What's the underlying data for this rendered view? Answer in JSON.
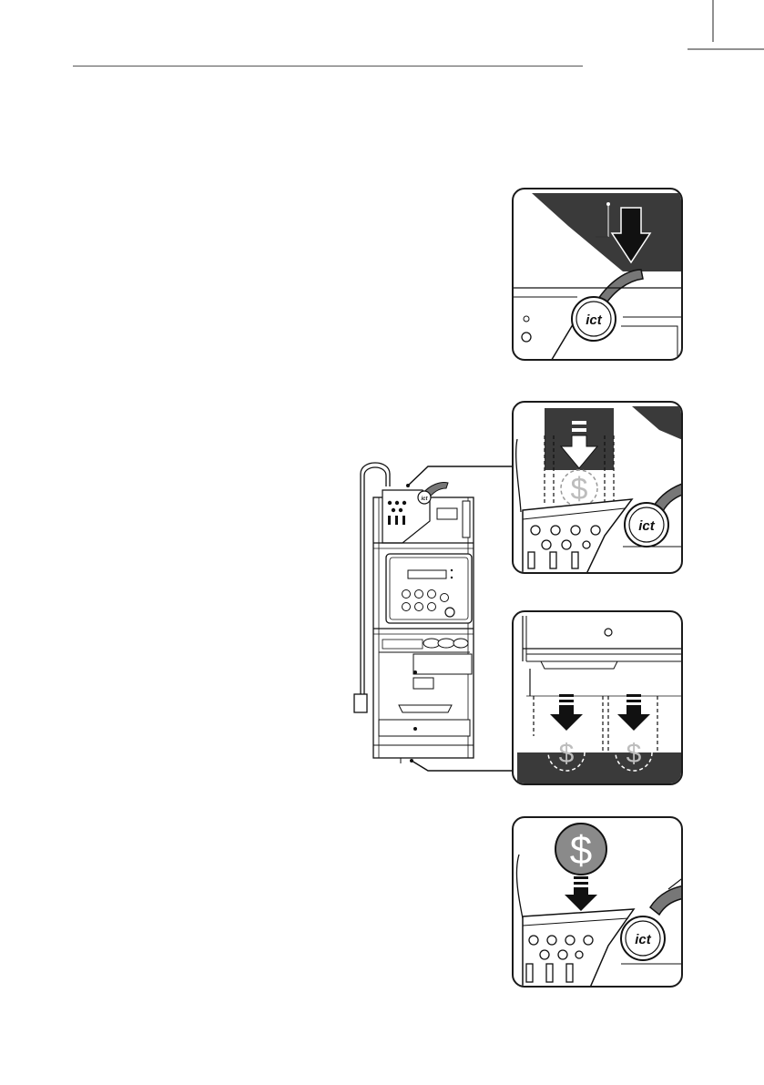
{
  "header": {
    "rule_visible": true
  },
  "panels": [
    {
      "id": "panel-1",
      "icon": "push-down-arrow-icon",
      "logo_text": "ict"
    },
    {
      "id": "panel-2",
      "icon": "insert-coin-arrow-icon",
      "coin_symbol": "$",
      "logo_text": "ict"
    },
    {
      "id": "panel-3",
      "icon": "coin-exit-arrows-icon",
      "coin_symbols": [
        "$",
        "$"
      ]
    },
    {
      "id": "panel-4",
      "icon": "coin-drop-arrow-icon",
      "coin_symbol": "$",
      "logo_text": "ict"
    }
  ],
  "colors": {
    "line": "#1a1a1a",
    "dark_fill": "#3a3a3a",
    "coin_grey": "#8a8a8a",
    "coin_symbol": "#bdbdbd"
  }
}
